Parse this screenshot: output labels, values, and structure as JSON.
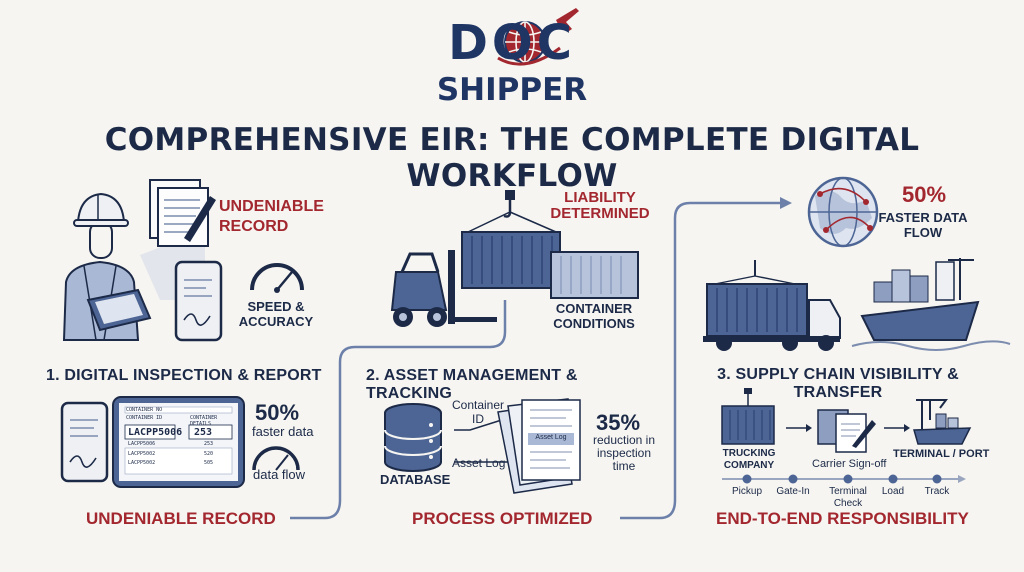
{
  "logo": {
    "top": "DOC",
    "bottom": "SHIPPER"
  },
  "title": "COMPREHENSIVE EIR: THE COMPLETE DIGITAL WORKFLOW",
  "colors": {
    "navy": "#1c2a48",
    "red": "#a3272f",
    "steel": "#4d6595",
    "background": "#f6f5f1"
  },
  "section1": {
    "callout_record": "UNDENIABLE RECORD",
    "callout_speed": "SPEED & ACCURACY",
    "heading": "1. DIGITAL INSPECTION & REPORT",
    "tablet_id": "LACPP5006",
    "tablet_num": "253",
    "tablet_cells": [
      "CONTAINER NO",
      "CONTAINER ID",
      "CONTAINER DETAILS",
      "LACPP5006",
      "LACPP5002",
      "LACPP5002",
      "253",
      "520",
      "505"
    ],
    "stat_value": "50%",
    "stat_label": "faster data",
    "stat_sub": "data flow",
    "footer": "UNDENIABLE RECORD"
  },
  "section2": {
    "callout_liability": "LIABILITY DETERMINED",
    "callout_conditions": "CONTAINER CONDITIONS",
    "heading": "2. ASSET MANAGEMENT & TRACKING",
    "database": "DATABASE",
    "container_id": "Container ID",
    "asset_log": "Asset Log",
    "doc_label": "Asset Log",
    "stat_value": "35%",
    "stat_label": "reduction in inspection time",
    "footer": "PROCESS OPTIMIZED"
  },
  "section3": {
    "stat_value": "50%",
    "stat_label": "FASTER DATA FLOW",
    "heading": "3. SUPPLY CHAIN VISIBILITY & TRANSFER",
    "trucking": "TRUCKING COMPANY",
    "carrier": "Carrier Sign-off",
    "terminal": "TERMINAL / PORT",
    "timeline": [
      "Pickup",
      "Gate-In",
      "Terminal Check",
      "Load",
      "Track"
    ],
    "footer": "END-TO-END RESPONSIBILITY"
  },
  "icons": [
    "globe-icon",
    "airplane-icon",
    "worker-icon",
    "clipboard-icon",
    "phone-icon",
    "gauge-icon",
    "forklift-icon",
    "container-icon",
    "crane-hook-icon",
    "database-icon",
    "document-icon",
    "truck-icon",
    "ship-icon",
    "port-crane-icon",
    "pen-icon",
    "arrow-icon"
  ]
}
